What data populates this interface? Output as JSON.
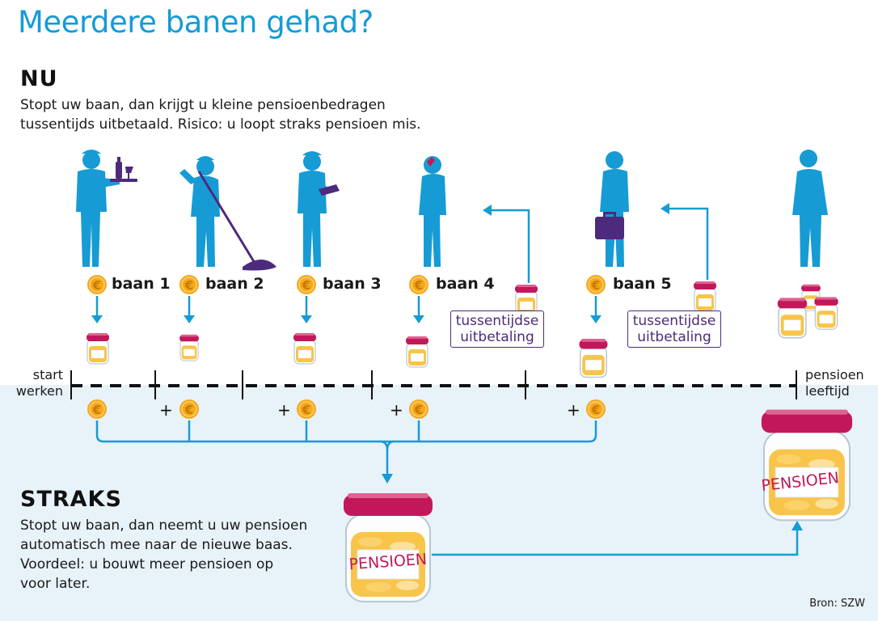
{
  "title": "Meerdere banen gehad?",
  "nu": {
    "heading": "NU",
    "text_lines": [
      "Stopt uw baan, dan krijgt u kleine pensioenbedragen",
      "tussentijds uitbetaald. Risico: u loopt straks pensioen mis."
    ]
  },
  "straks": {
    "heading": "STRAKS",
    "text_lines": [
      "Stopt uw baan, dan neemt u uw pensioen",
      "automatisch mee naar de nieuwe baas.",
      "Voordeel: u bouwt meer pensioen op",
      "voor later."
    ]
  },
  "jobs": [
    {
      "label": "baan 1",
      "figure": "waiter"
    },
    {
      "label": "baan 2",
      "figure": "cleaner"
    },
    {
      "label": "baan 3",
      "figure": "clipboard-worker"
    },
    {
      "label": "baan 4",
      "figure": "phone-caller"
    },
    {
      "label": "baan 5",
      "figure": "businessman"
    }
  ],
  "payouts": [
    {
      "line1": "tussentijdse",
      "line2": "uitbetaling"
    },
    {
      "line1": "tussentijdse",
      "line2": "uitbetaling"
    }
  ],
  "timeline": {
    "start_line1": "start",
    "start_line2": "werken",
    "end_line1": "pensioen",
    "end_line2": "leeftijd",
    "plus": "+"
  },
  "coin_symbol": "€",
  "jar_label": "PENSIOEN",
  "source": "Bron: SZW",
  "colors": {
    "blue": "#169bd5",
    "purple": "#4d2a7c",
    "magenta": "#c2185b",
    "coin": "#f6a81c",
    "light_blue_bg": "#e7f2f9"
  }
}
